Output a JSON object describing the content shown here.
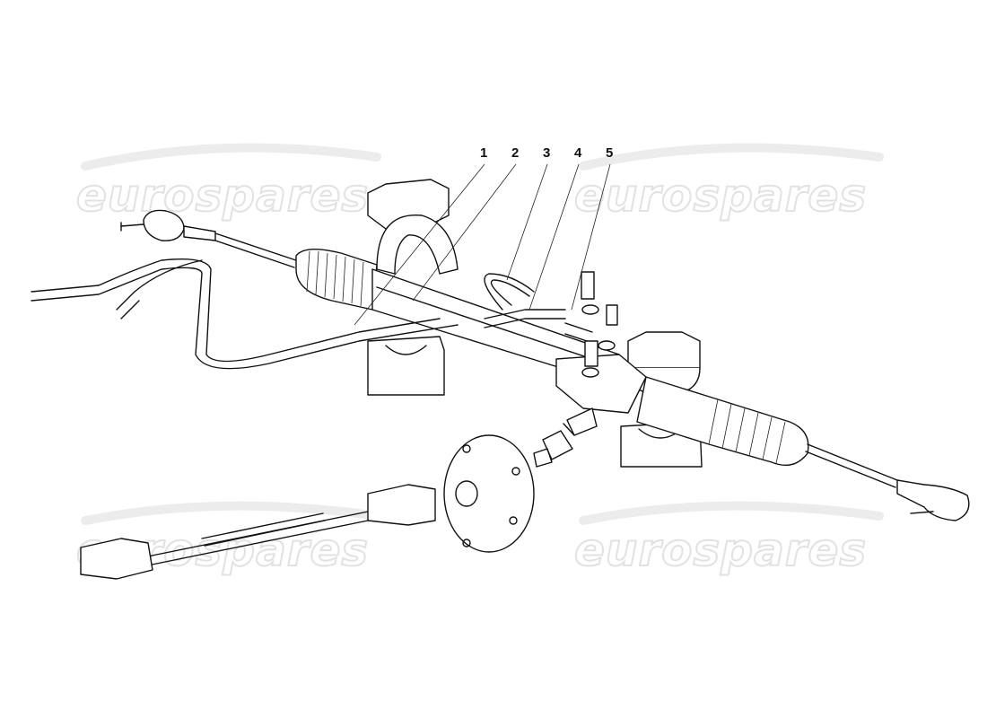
{
  "diagram": {
    "callouts": [
      {
        "id": "1",
        "label": "1"
      },
      {
        "id": "2",
        "label": "2"
      },
      {
        "id": "3",
        "label": "3"
      },
      {
        "id": "4",
        "label": "4"
      },
      {
        "id": "5",
        "label": "5"
      }
    ],
    "watermark": "eurospares"
  }
}
